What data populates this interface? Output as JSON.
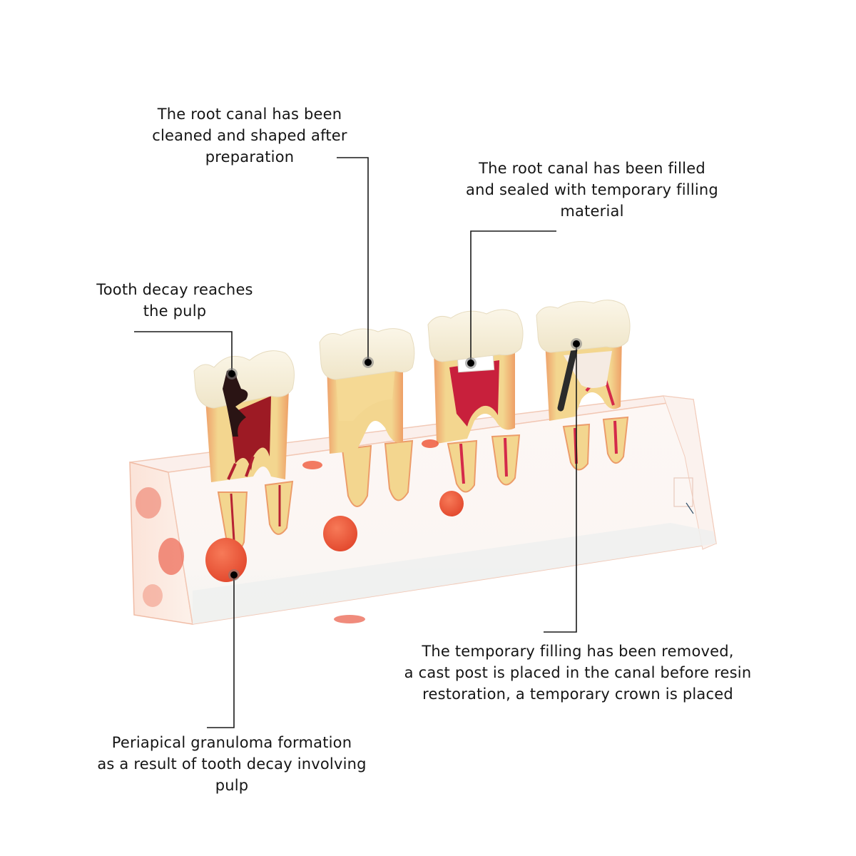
{
  "figure": {
    "subject": "Dental endodontic treatment model: four molars set in a clear resin block",
    "background": "#ffffff",
    "colors": {
      "enamel": "#f6efdc",
      "dentin": "#f1d98f",
      "pulp": "#c8203c",
      "decay": "#2a1414",
      "granuloma": "#ef5a3c",
      "temp_filling": "#ffffff",
      "cast_post": "#2b2b2b",
      "leader_line": "#1a1a1a",
      "resin_block": "#fbf1ee"
    }
  },
  "annotations": [
    {
      "id": "decay",
      "lines": [
        "Tooth decay reaches",
        "the pulp"
      ],
      "target": "tooth-1-crown"
    },
    {
      "id": "cleaned",
      "lines": [
        "The root canal has been",
        "cleaned and shaped after",
        "preparation"
      ],
      "target": "tooth-2-pulp-chamber"
    },
    {
      "id": "filled",
      "lines": [
        "The root canal has been filled",
        "and sealed with temporary filling",
        "material"
      ],
      "target": "tooth-3-temporary-filling"
    },
    {
      "id": "post",
      "lines": [
        "The temporary filling has been removed,",
        "a cast post is placed in the canal before resin",
        "restoration, a temporary crown is placed"
      ],
      "target": "tooth-4-cast-post"
    },
    {
      "id": "granuloma",
      "lines": [
        "Periapical granuloma formation",
        "as a result of tooth decay involving",
        "pulp"
      ],
      "target": "tooth-1-periapical-lesion"
    }
  ]
}
